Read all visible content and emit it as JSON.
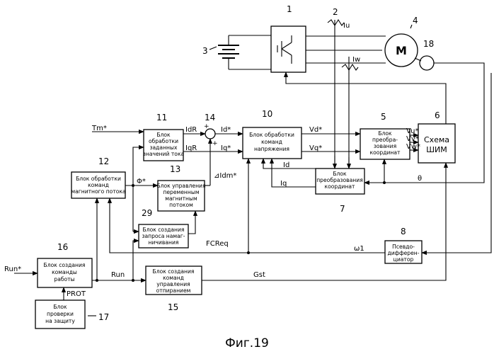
{
  "figure": {
    "caption": "Фиг.19"
  },
  "blocks": {
    "b1": {
      "num": "1"
    },
    "b3": {
      "num": "3"
    },
    "b4": {
      "num": "4",
      "label": "M"
    },
    "b18": {
      "num": "18"
    },
    "b5": {
      "num": "5",
      "lines": [
        "Блок",
        "преобра-",
        "зования",
        "координат"
      ]
    },
    "b6": {
      "num": "6",
      "lines": [
        "Схема",
        "ШИМ"
      ]
    },
    "b7": {
      "num": "7",
      "lines": [
        "Блок",
        "преобразования",
        "координат"
      ]
    },
    "b8": {
      "num": "8",
      "lines": [
        "Псевдо-",
        "дифферен-",
        "циатор"
      ]
    },
    "b10": {
      "num": "10",
      "lines": [
        "Блок обработки",
        "команд",
        "напряжения"
      ]
    },
    "b11": {
      "num": "11",
      "lines": [
        "Блок",
        "обработки",
        "заданных",
        "значений тока"
      ]
    },
    "b12": {
      "num": "12",
      "lines": [
        "Блок обработки",
        "команд",
        "магнитного потока"
      ]
    },
    "b13": {
      "num": "13",
      "lines": [
        "Блок управления",
        "переменным",
        "магнитным",
        "потоком"
      ]
    },
    "b15": {
      "num": "15",
      "lines": [
        "Блок создания",
        "команд",
        "управления",
        "отпиранием"
      ]
    },
    "b16": {
      "num": "16",
      "lines": [
        "Блок создания",
        "команды",
        "работы"
      ]
    },
    "b17": {
      "num": "17",
      "lines": [
        "Блок",
        "проверки",
        "на защиту"
      ]
    },
    "b29": {
      "num": "29",
      "lines": [
        "Блок создания",
        "запроса намаг-",
        "ничивания"
      ]
    },
    "s14": {
      "num": "14"
    },
    "sensor2": {
      "num": "2"
    }
  },
  "signals": {
    "Iu": "Iu",
    "Iw": "Iw",
    "Tm": "Tm*",
    "IdR": "IdR",
    "IqR": "IqR",
    "Id_star": "Id*",
    "Iq_star": "Iq*",
    "Vd": "Vd*",
    "Vq": "Vq*",
    "Vu": "Vu*",
    "Vv": "Vv*",
    "Vw": "Vw*",
    "Id": "Id",
    "Iq": "Iq",
    "theta": "θ",
    "phi": "Φ*",
    "dIdm": "⊿Idm*",
    "FCReq": "FCReq",
    "omega": "ω1",
    "Run_in": "Run*",
    "Run": "Run",
    "Gst": "Gst",
    "PROT": "PROT",
    "plus1": "+",
    "plus2": "+"
  }
}
